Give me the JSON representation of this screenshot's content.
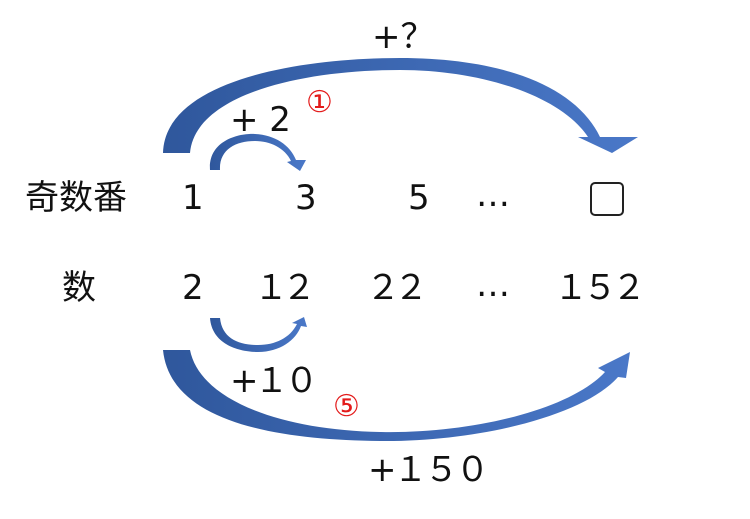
{
  "labels": {
    "top_increment": "+？",
    "step_odd": "+ 2",
    "step_odd_marker": "①",
    "step_num": "+１０",
    "step_num_marker": "⑤",
    "bottom_increment": "+１５０"
  },
  "rows": [
    {
      "header": "奇数番",
      "values": [
        "1",
        "3",
        "5",
        "…"
      ],
      "unknown": "□"
    },
    {
      "header": "数",
      "values": [
        "2",
        "１２",
        "２２",
        "…",
        "１５２"
      ]
    }
  ],
  "colors": {
    "arrow": "#3f6cb8",
    "marker": "#e31b1b"
  }
}
